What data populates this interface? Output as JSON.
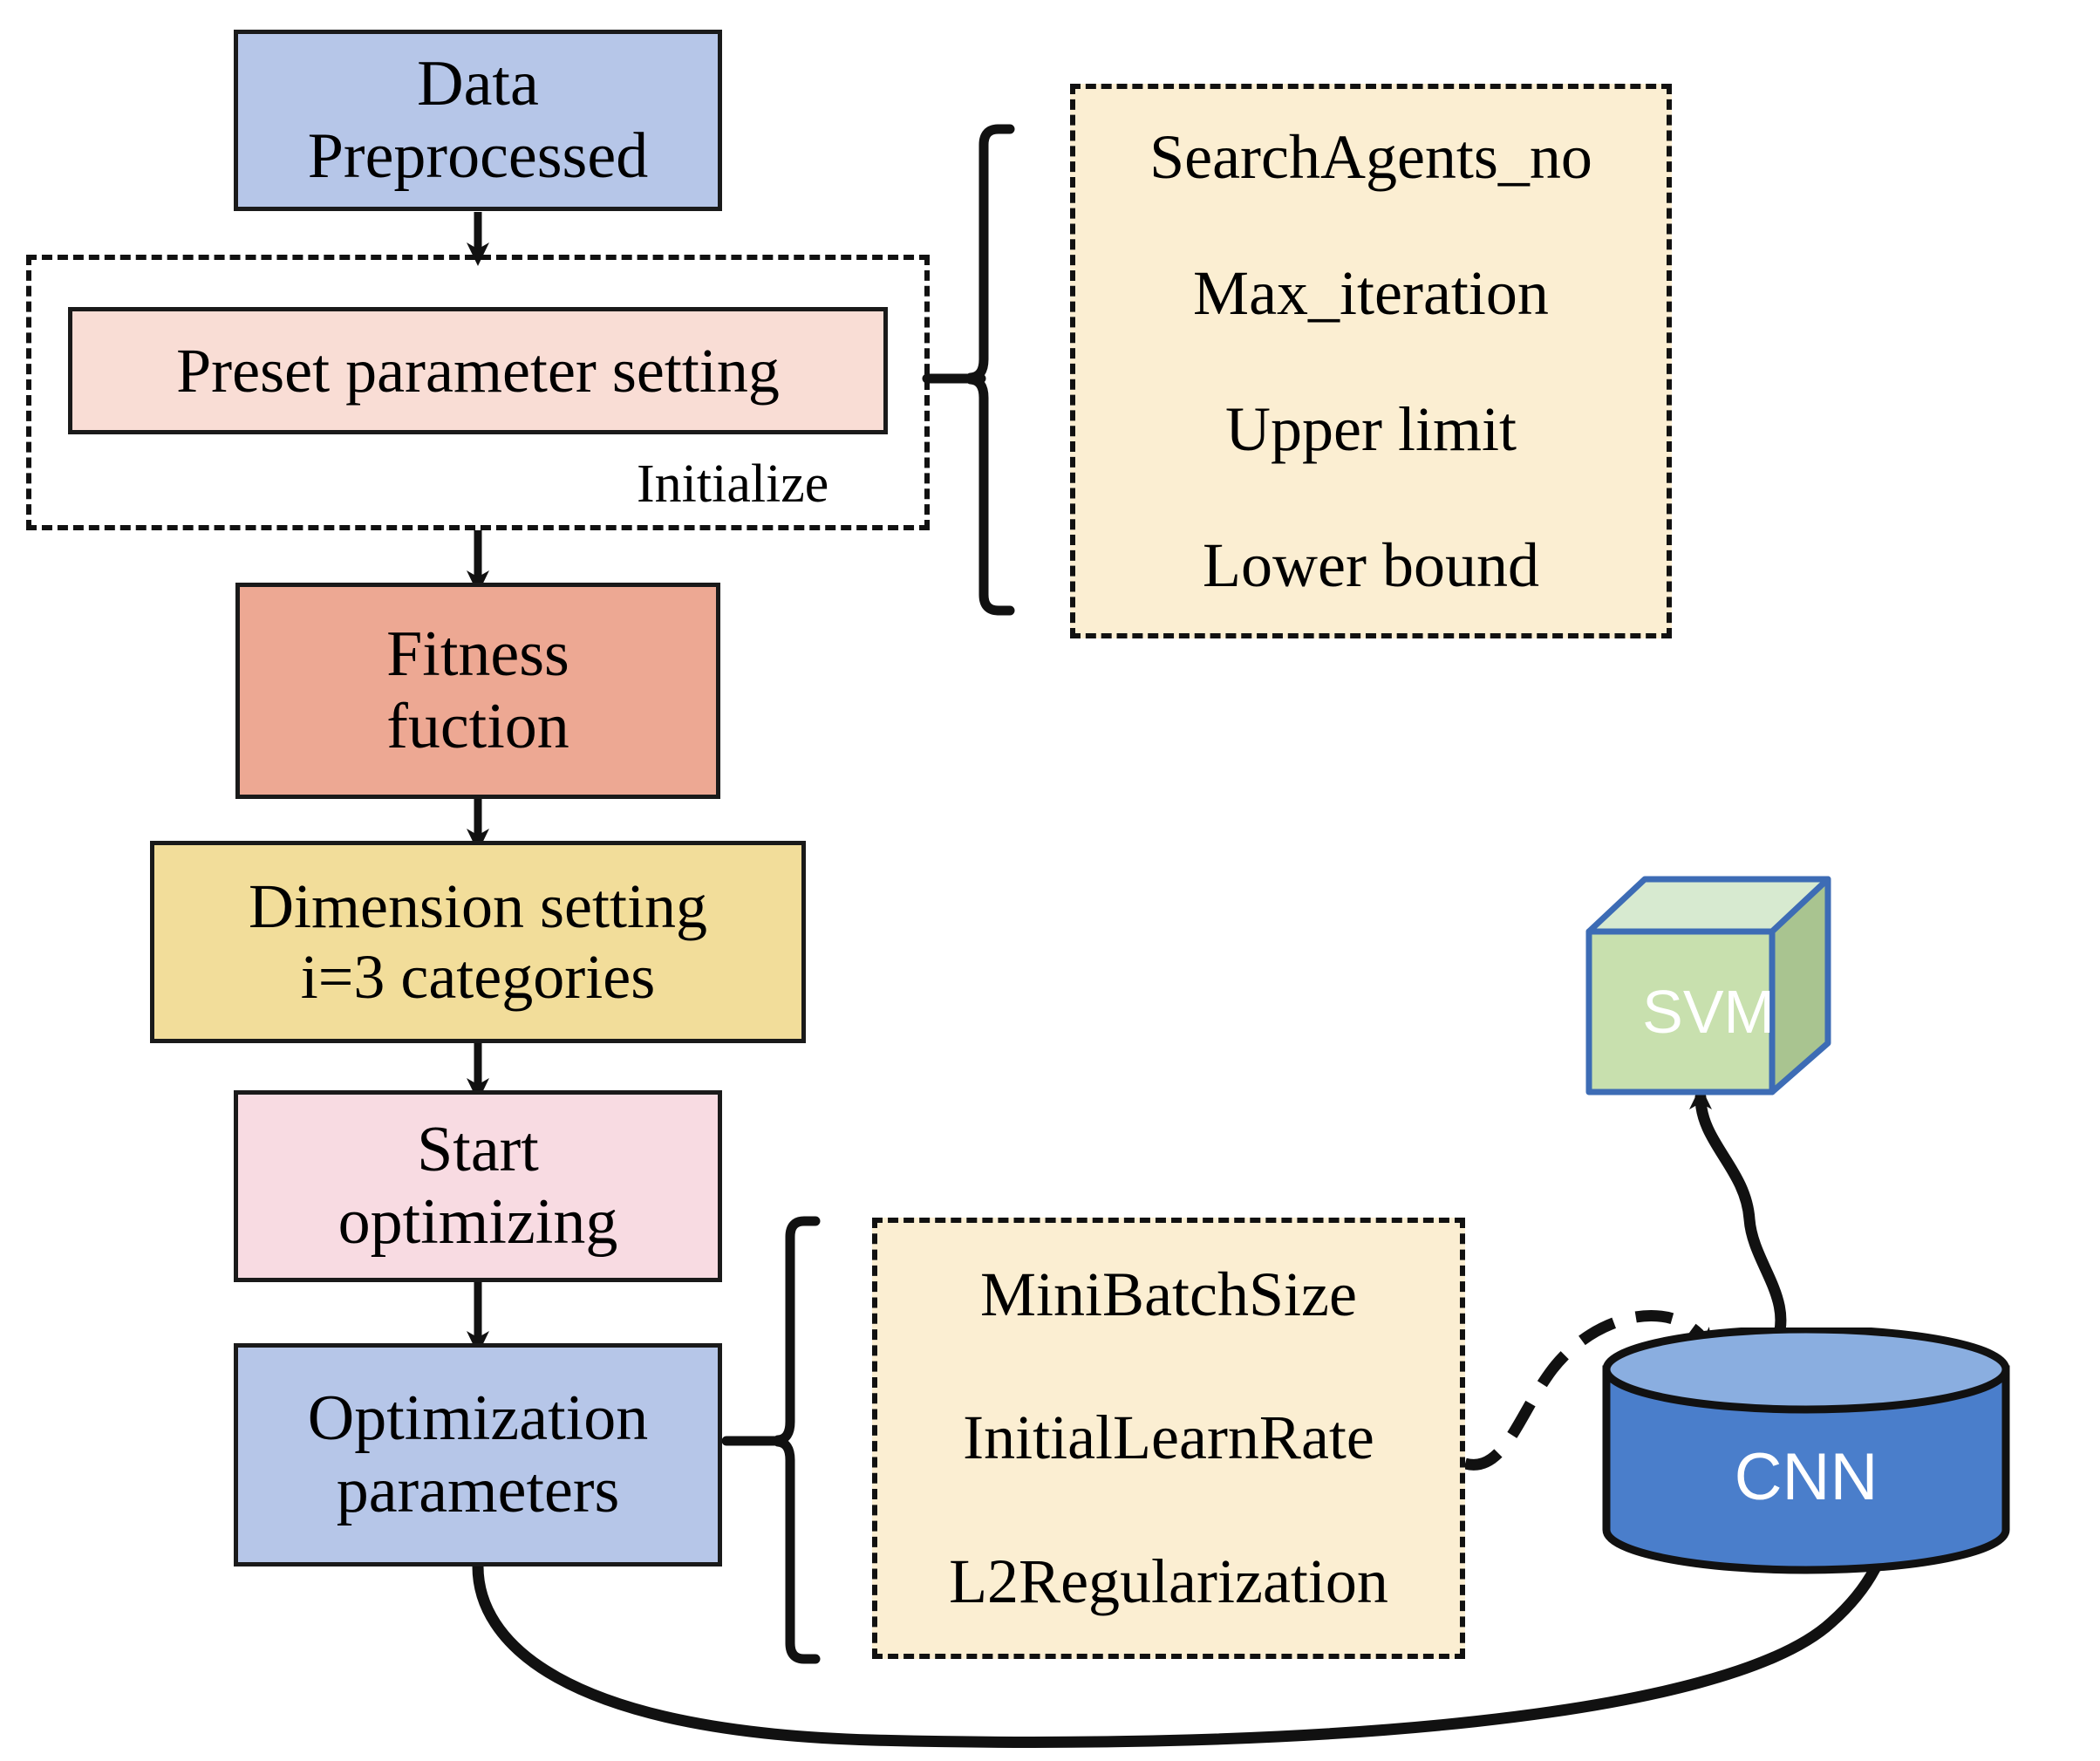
{
  "diagram": {
    "title": "CNN-SVM optimization workflow flowchart",
    "colors": {
      "blue_fill": "#b6c6e8",
      "pink_fill": "#f9ddd5",
      "salmon_fill": "#eda893",
      "yellow_fill": "#f2dd9a",
      "rose_fill": "#f8dbe2",
      "cream_fill": "#fbeed2",
      "cube_front": "#c8e0ae",
      "cube_top": "#d7ead0",
      "cube_side": "#a9c490",
      "cube_border": "#3d6cb5",
      "cyl_body": "#4a7ecb",
      "cyl_top": "#8aaee0",
      "stroke": "#111111"
    }
  },
  "nodes": {
    "data_preprocessed": {
      "label": "Data\nPreprocessed"
    },
    "preset_parameter": {
      "label": "Preset parameter setting"
    },
    "initialize_group": {
      "label": "Initialize"
    },
    "fitness_function": {
      "label": "Fitness\nfuction"
    },
    "dimension_setting": {
      "label": "Dimension setting\ni=3  categories"
    },
    "start_optimizing": {
      "label": "Start\noptimizing"
    },
    "optimization_parameters": {
      "label": "Optimization\nparameters"
    },
    "svm": {
      "label": "SVM"
    },
    "cnn": {
      "label": "CNN"
    }
  },
  "preset_params_panel": {
    "items": [
      "SearchAgents_no",
      "Max_iteration",
      "Upper limit",
      "Lower bound"
    ]
  },
  "optimization_params_panel": {
    "items": [
      "MiniBatchSize",
      "InitialLearnRate",
      "L2Regularization"
    ]
  },
  "connectors": [
    {
      "name": "data-to-initialize",
      "style": "solid-arrow"
    },
    {
      "name": "initialize-to-fitness",
      "style": "solid-arrow"
    },
    {
      "name": "fitness-to-dimension",
      "style": "solid-arrow"
    },
    {
      "name": "dimension-to-start",
      "style": "solid-arrow"
    },
    {
      "name": "start-to-optimization",
      "style": "solid-arrow"
    },
    {
      "name": "preset-to-params-brace",
      "style": "curly-brace"
    },
    {
      "name": "optimization-to-params-brace",
      "style": "curly-brace"
    },
    {
      "name": "params-to-cnn",
      "style": "dashed-arrow"
    },
    {
      "name": "cnn-to-svm",
      "style": "solid-arrow"
    },
    {
      "name": "optimization-to-cnn-feedback",
      "style": "solid-arrow"
    }
  ]
}
